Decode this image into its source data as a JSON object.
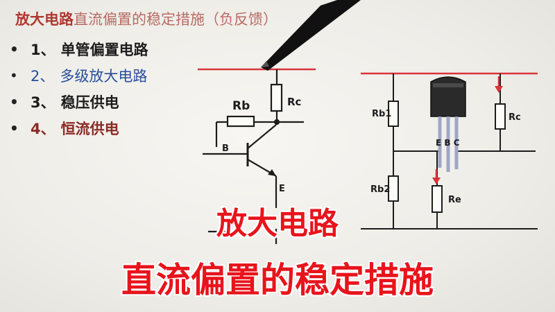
{
  "heading": {
    "part1": "放大电路",
    "part2": "直流偏置的稳定措施（负反馈）"
  },
  "list_items": [
    {
      "bullet": "•",
      "number": "1、",
      "text": "单管偏置电路"
    },
    {
      "bullet": "•",
      "number": "2、",
      "text": "多级放大电路"
    },
    {
      "bullet": "•",
      "number": "3、",
      "text": "稳压供电"
    },
    {
      "bullet": "•",
      "number": "4、",
      "text": "恒流供电"
    }
  ],
  "circuit_left": {
    "rb_label": "Rb",
    "rc_label": "Rc",
    "b_label": "B",
    "e_label": "E"
  },
  "circuit_right": {
    "rb1_label": "Rb1",
    "rb2_label": "Rb2",
    "rc_label": "Rc",
    "re_label": "Re",
    "pins_label": "E B C"
  },
  "overlay": {
    "line1": "放大电路",
    "line2": "直流偏置的稳定措施"
  },
  "colors": {
    "title_red": "#b0372e",
    "item_blue": "#284d9a",
    "item_red": "#8c2a25",
    "overlay_red": "#e8141c",
    "supply_line": "#d9343a"
  }
}
